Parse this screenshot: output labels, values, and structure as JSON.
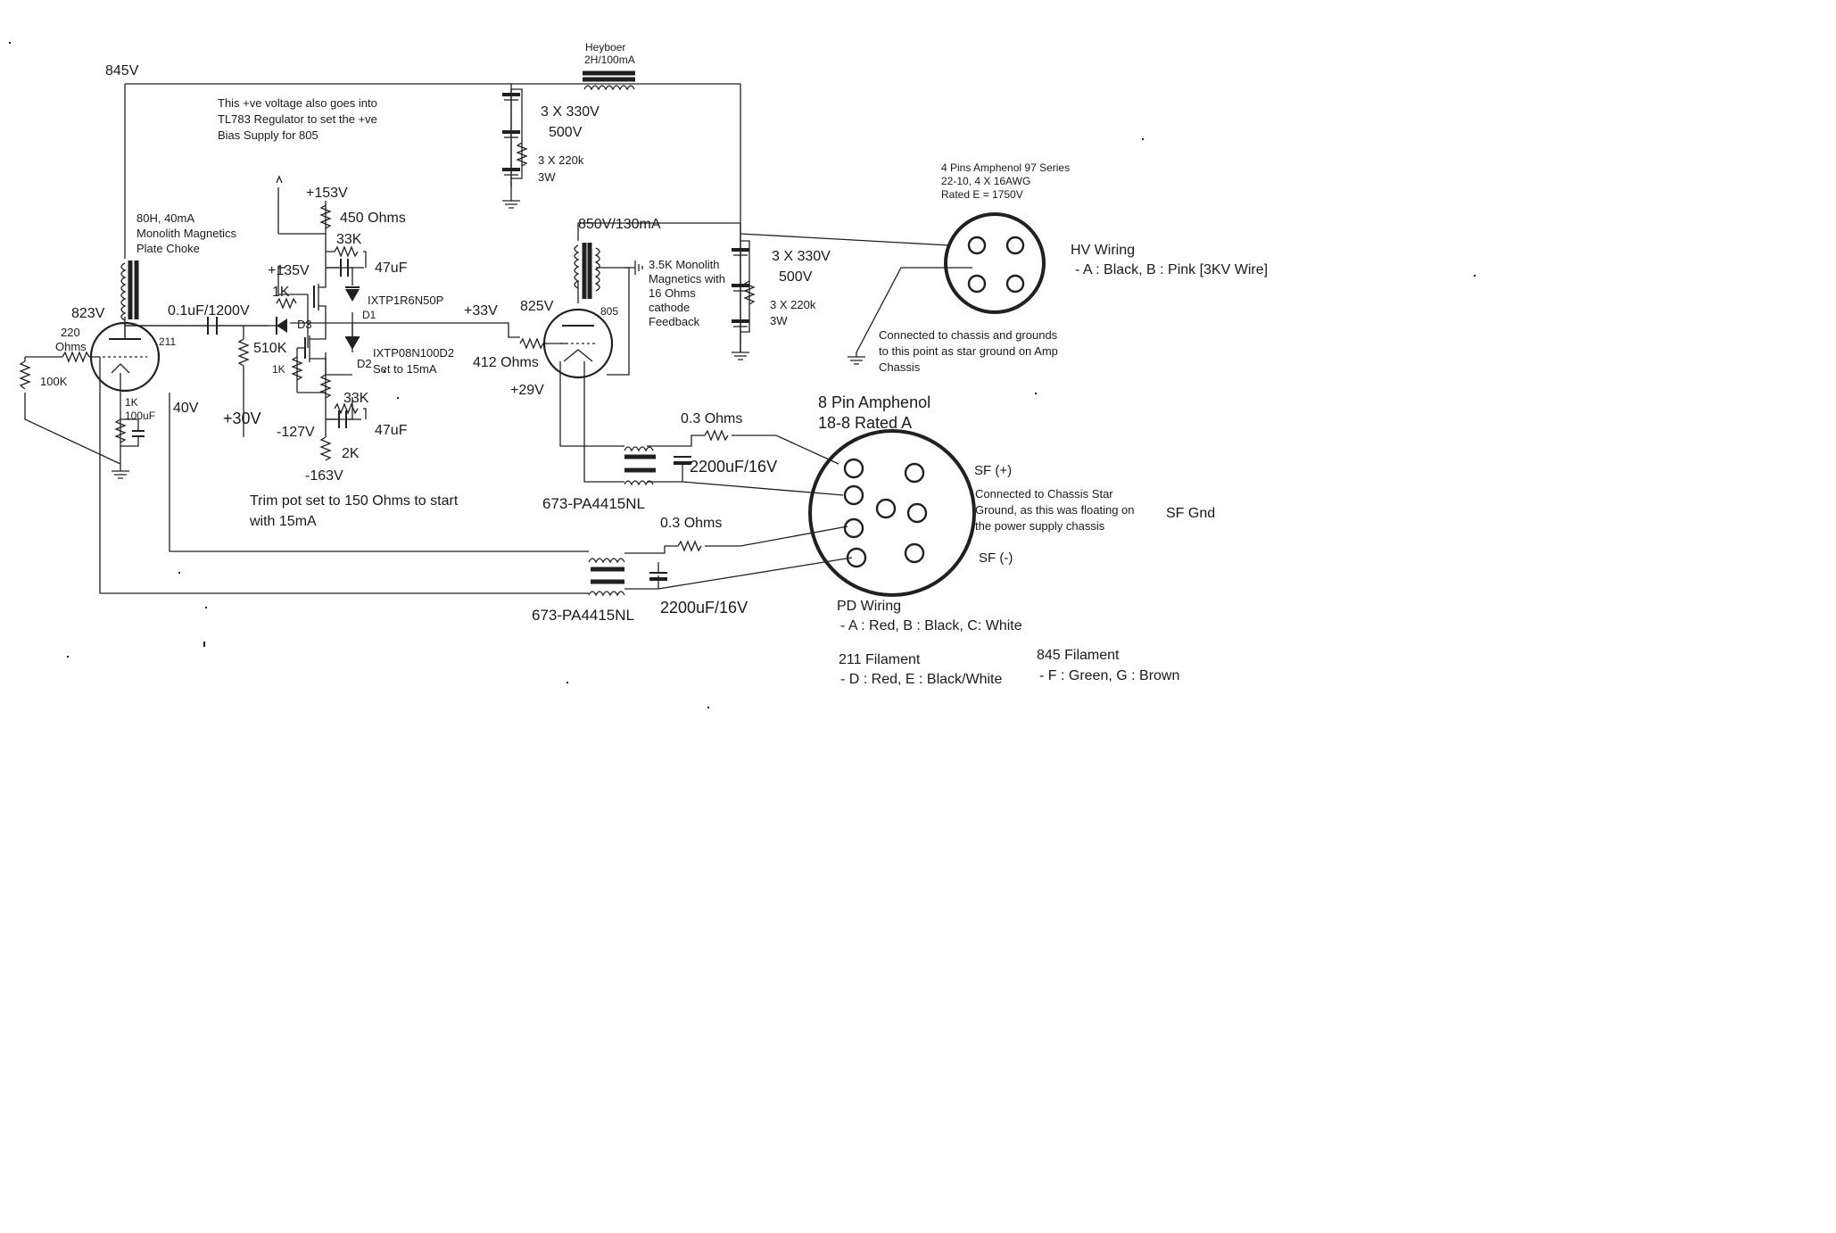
{
  "labels": {
    "v845": "845V",
    "heyboer_1": "Heyboer",
    "heyboer_2": "2H/100mA",
    "cap_bank_top_1": "3 X 330V",
    "cap_bank_top_2": "500V",
    "res_bank_top_1": "3 X 220k",
    "res_bank_top_2": "3W",
    "note_1": "This +ve voltage also goes into",
    "note_2": "TL783 Regulator to set the +ve",
    "note_3": "Bias Supply for 805",
    "v153": "+153V",
    "r450": "450 Ohms",
    "r33k_top": "33K",
    "c47uf_top": "47uF",
    "choke_1": "80H, 40mA",
    "choke_2": "Monolith Magnetics",
    "choke_3": "Plate Choke",
    "v850": "850V/130mA",
    "v135": "+135V",
    "r1k_top": "1K",
    "mosfet_1": "IXTP1R6N50P",
    "d1": "D1",
    "d3": "D3",
    "v823": "823V",
    "cap_coupling": "0.1uF/1200V",
    "v33": "+33V",
    "v825": "825V",
    "tube_805": "805",
    "opt_1": "3.5K Monolith",
    "opt_2": "Magnetics with",
    "opt_3": "16 Ohms",
    "opt_4": "cathode",
    "opt_5": "Feedback",
    "cap_bank_right_1": "3 X 330V",
    "cap_bank_right_2": "500V",
    "res_bank_right_1": "3 X 220k",
    "res_bank_right_2": "3W",
    "r220_1": "220",
    "r220_2": "Ohms",
    "tube_211": "211",
    "r510k": "510K",
    "mosfet_2": "IXTP08N100D2",
    "d2": "D2",
    "set15": "Set to 15mA",
    "r412": "412 Ohms",
    "r1k_left": "1K",
    "r100k": "100K",
    "r1k_cathode": "1K",
    "c100uf": "100uF",
    "v40": "40V",
    "v30": "+30V",
    "r33k_bottom": "33K",
    "v29": "+29V",
    "vm127": "-127V",
    "c47uf_bottom": "47uF",
    "r2k": "2K",
    "vm163": "-163V",
    "trim_1": "Trim pot set to 150 Ohms to start",
    "trim_2": "with 15mA",
    "ohm03_top": "0.3 Ohms",
    "cap2200_top": "2200uF/16V",
    "inductor_top": "673-PA4415NL",
    "ohm03_bottom": "0.3 Ohms",
    "cap2200_bottom": "2200uF/16V",
    "inductor_bottom": "673-PA4415NL",
    "amph4_1": "4 Pins Amphenol 97 Series",
    "amph4_2": "22-10, 4 X 16AWG",
    "amph4_3": "Rated E = 1750V",
    "hv_title": "HV Wiring",
    "hv_desc": "- A : Black, B : Pink [3KV Wire]",
    "ground_1": "Connected to chassis and grounds",
    "ground_2": "to this point as star ground on Amp",
    "ground_3": "Chassis",
    "amph8_1": "8 Pin Amphenol",
    "amph8_2": "18-8 Rated A",
    "sf_plus": "SF (+)",
    "star_1": "Connected to Chassis Star",
    "star_2": "Ground, as this was floating on",
    "star_3": "the power supply chassis",
    "sf_gnd": "SF Gnd",
    "sf_minus": "SF (-)",
    "pd_title": "PD Wiring",
    "pd_desc": "- A : Red, B : Black, C: White",
    "fil211_title": "211 Filament",
    "fil211_desc": "- D : Red, E : Black/White",
    "fil845_title": "845 Filament",
    "fil845_desc": "- F : Green, G : Brown"
  }
}
